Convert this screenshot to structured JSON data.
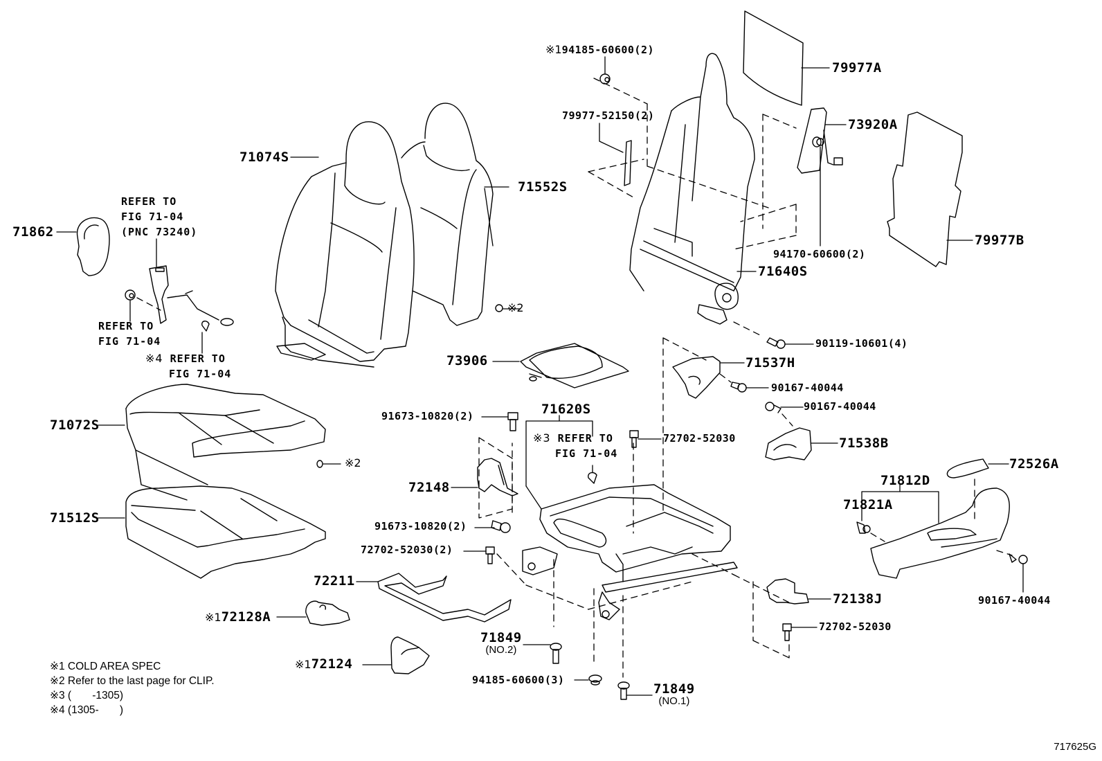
{
  "figure": {
    "code": "717625G",
    "title": "Front seat & seat track parts diagram"
  },
  "parts": {
    "p79977A": "79977A",
    "p73920A": "73920A",
    "p79977B": "79977B",
    "p94170": "94170-60600(2)",
    "p71640S": "71640S",
    "p90119": "90119-10601(4)",
    "p94185_top": "94185-60600(2)",
    "p94185_top_mark": "※1",
    "p79977_52150": "79977-52150(2)",
    "p71074S": "71074S",
    "p71552S": "71552S",
    "p71862": "71862",
    "p71072S": "71072S",
    "p71512S": "71512S",
    "p73906": "73906",
    "p71537H": "71537H",
    "p90167_a": "90167-40044",
    "p90167_b": "90167-40044",
    "p71538B": "71538B",
    "p72702_mid": "72702-52030",
    "p71620S": "71620S",
    "p91673_a": "91673-10820(2)",
    "p91673_b": "91673-10820(2)",
    "p72148": "72148",
    "p72702_2": "72702-52030(2)",
    "p72211": "72211",
    "p72128A": "72128A",
    "p72128A_mark": "※1",
    "p72124": "72124",
    "p72124_mark": "※1",
    "p71849_no2": "71849",
    "p71849_no2_sub": "(NO.2)",
    "p94185_bottom": "94185-60600(3)",
    "p71849_no1": "71849",
    "p71849_no1_sub": "(NO.1)",
    "p72526A": "72526A",
    "p71812D": "71812D",
    "p71821A": "71821A",
    "p90167_c": "90167-40044",
    "p72138J": "72138J",
    "p72702_bottom": "72702-52030"
  },
  "references": {
    "belt_line1": "REFER TO",
    "belt_line2": "FIG 71-04",
    "belt_line3": "(PNC 73240)",
    "bolt_line1": "REFER TO",
    "bolt_line2": "FIG 71-04",
    "clip4_mark": "※4",
    "clip4_line1": "REFER TO",
    "clip4_line2": "FIG 71-04",
    "clip3_mark": "※3",
    "clip3_line1": "REFER TO",
    "clip3_line2": "FIG 71-04",
    "clip2_mark_a": "※2",
    "clip2_mark_b": "※2"
  },
  "notes": [
    "※1 COLD AREA SPEC",
    "※2 Refer to the last page for CLIP.",
    "※3 (       -1305)",
    "※4 (1305-       )"
  ]
}
